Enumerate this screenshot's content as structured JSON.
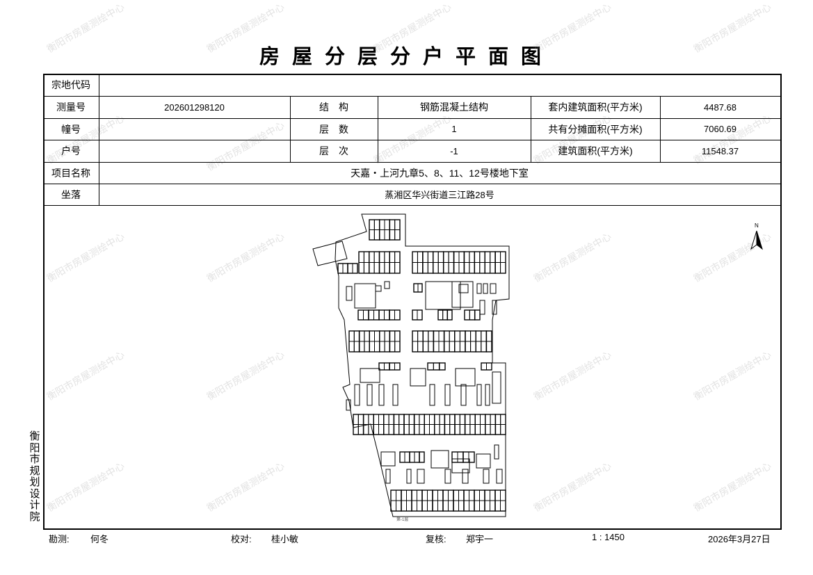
{
  "title": "房屋分层分户平面图",
  "table": {
    "parcel_code_label": "宗地代码",
    "parcel_code": "",
    "survey_no_label": "测量号",
    "survey_no": "202601298120",
    "structure_label": "结　构",
    "structure": "钢筋混凝土结构",
    "inner_area_label": "套内建筑面积(平方米)",
    "inner_area": "4487.68",
    "building_no_label": "幢号",
    "building_no": "",
    "floors_label": "层　数",
    "floors": "1",
    "shared_area_label": "共有分摊面积(平方米)",
    "shared_area": "7060.69",
    "unit_no_label": "户号",
    "unit_no": "",
    "floor_level_label": "层　次",
    "floor_level": "-1",
    "building_area_label": "建筑面积(平方米)",
    "building_area": "11548.37",
    "project_label": "项目名称",
    "project": "天嘉・上河九章5、8、11、12号楼地下室",
    "location_label": "坐落",
    "location": "蒸湘区华兴街道三江路28号"
  },
  "plan": {
    "floor_label": "第-1层",
    "north_label": "N"
  },
  "side_text": "衡阳市规划设计院",
  "footer": {
    "surveyor_label": "勘测:",
    "surveyor": "何冬",
    "checker_label": "校对:",
    "checker": "桂小敏",
    "reviewer_label": "复核:",
    "reviewer": "郑宇一",
    "scale": "1 : 1450",
    "date": "2026年3月27日"
  },
  "watermark": "衡阳市房屋测绘中心"
}
